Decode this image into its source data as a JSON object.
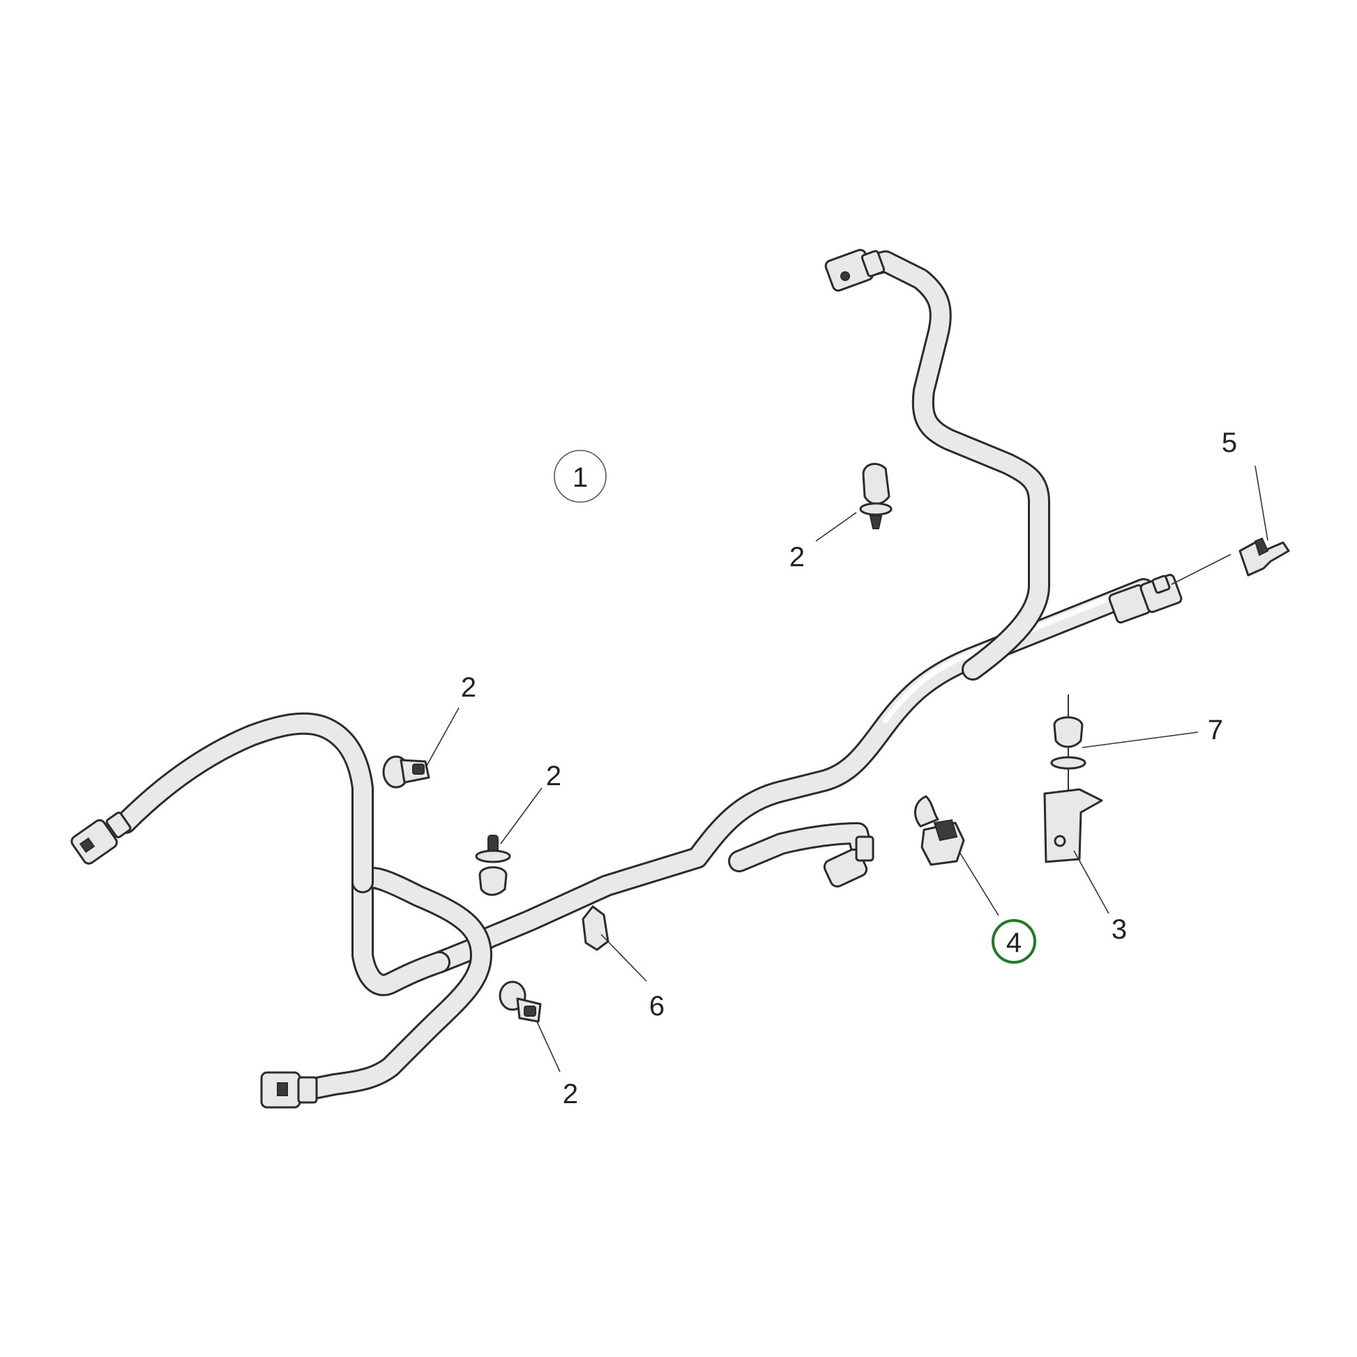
{
  "callouts": [
    {
      "id": "c1",
      "text": "1",
      "circled": true,
      "highlighted": false
    },
    {
      "id": "c2a",
      "text": "2",
      "circled": false,
      "highlighted": false
    },
    {
      "id": "c2b",
      "text": "2",
      "circled": false,
      "highlighted": false
    },
    {
      "id": "c2c",
      "text": "2",
      "circled": false,
      "highlighted": false
    },
    {
      "id": "c2d",
      "text": "2",
      "circled": false,
      "highlighted": false
    },
    {
      "id": "c3",
      "text": "3",
      "circled": false,
      "highlighted": false
    },
    {
      "id": "c4",
      "text": "4",
      "circled": true,
      "highlighted": true
    },
    {
      "id": "c5",
      "text": "5",
      "circled": false,
      "highlighted": false
    },
    {
      "id": "c6",
      "text": "6",
      "circled": false,
      "highlighted": false
    },
    {
      "id": "c7",
      "text": "7",
      "circled": false,
      "highlighted": false
    }
  ],
  "colors": {
    "highlight_circle": "#1f7a2a",
    "pipe_fill": "#e9e9e9",
    "outline": "#2b2b2b"
  }
}
